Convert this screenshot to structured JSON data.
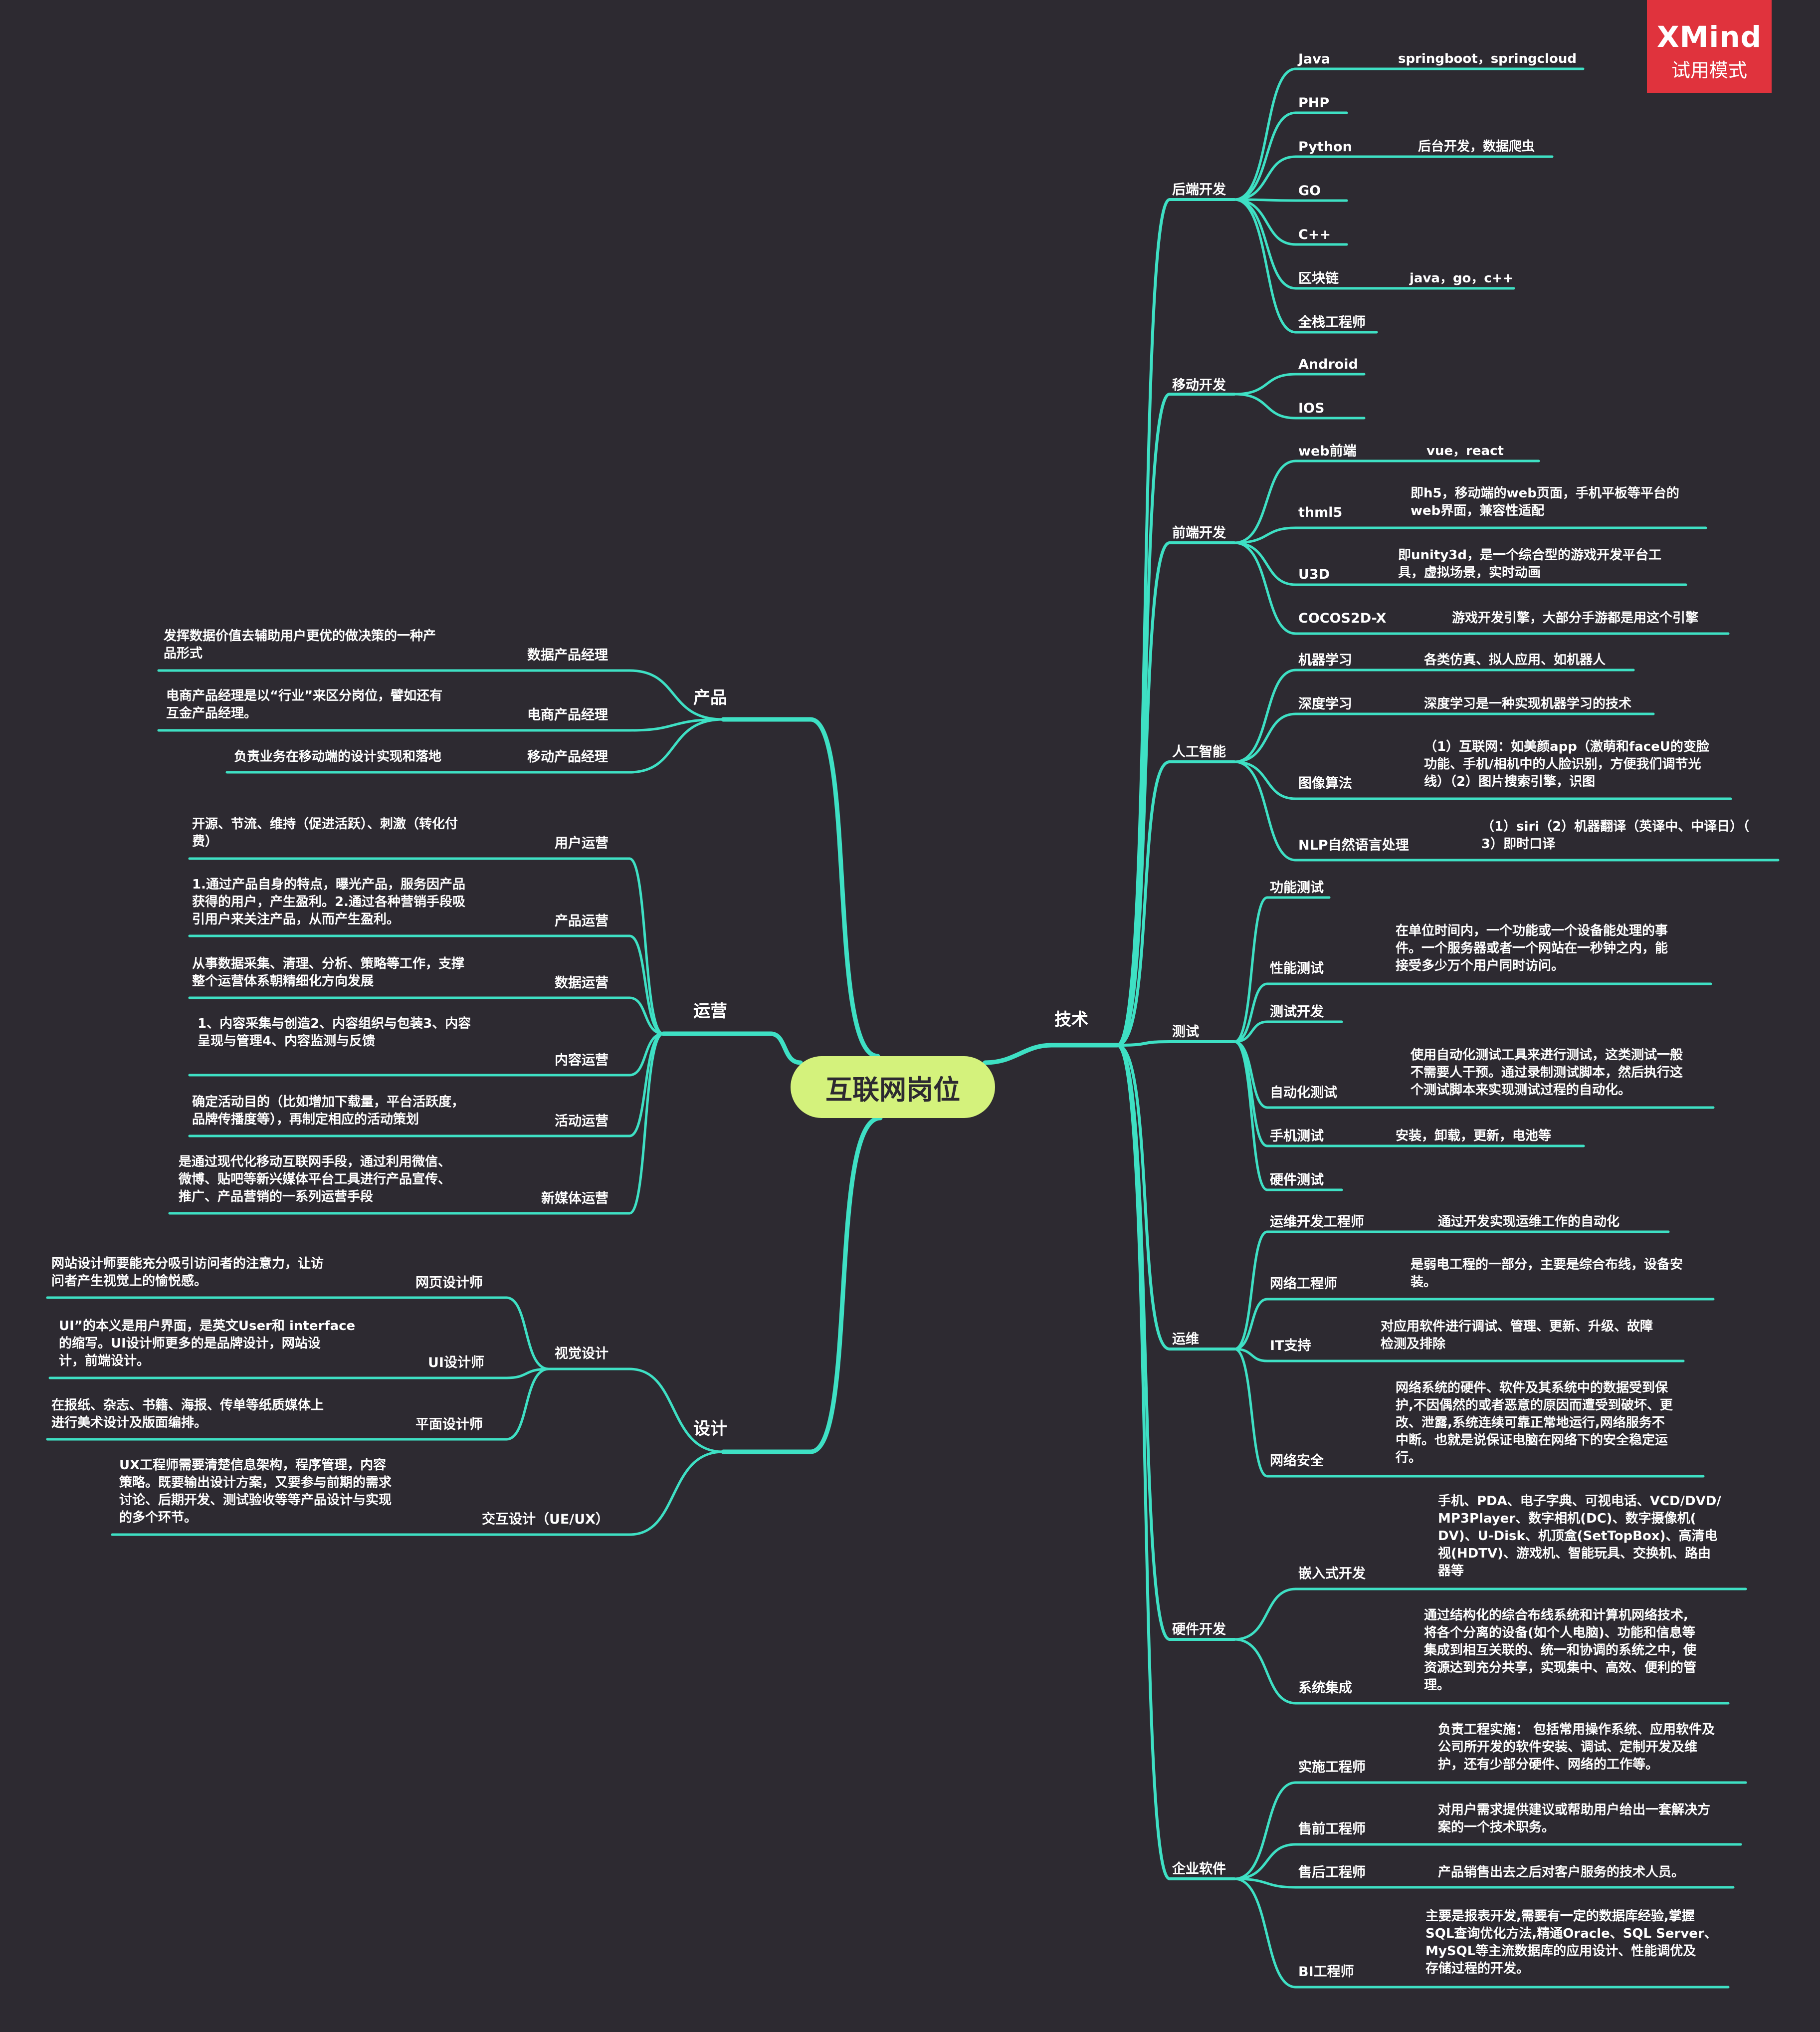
{
  "badge": {
    "logo": "XMind",
    "mode": "试用模式"
  },
  "colors": {
    "background": "#2d2a31",
    "line": "#3ee0c4",
    "center": "#d4f27c",
    "badge": "#e0333d",
    "text": "#ffffff"
  },
  "center": "互联网岗位",
  "branches": {
    "tech": {
      "label": "技术",
      "groups": {
        "backend": {
          "label": "后端开发",
          "items": [
            {
              "label": "Java",
              "note": "springboot，springcloud"
            },
            {
              "label": "PHP",
              "note": ""
            },
            {
              "label": "Python",
              "note": "后台开发，数据爬虫"
            },
            {
              "label": "GO",
              "note": ""
            },
            {
              "label": "C++",
              "note": ""
            },
            {
              "label": "区块链",
              "note": "java，go，c++"
            },
            {
              "label": "全栈工程师",
              "note": ""
            }
          ]
        },
        "mobile": {
          "label": "移动开发",
          "items": [
            {
              "label": "Android",
              "note": ""
            },
            {
              "label": "IOS",
              "note": ""
            }
          ]
        },
        "frontend": {
          "label": "前端开发",
          "items": [
            {
              "label": "web前端",
              "note": "vue，react"
            },
            {
              "label": "thml5",
              "note": "即h5，移动端的web页面，手机平板等平台的\nweb界面，兼容性适配"
            },
            {
              "label": "U3D",
              "note": "即unity3d，是一个综合型的游戏开发平台工\n具，虚拟场景，实时动画"
            },
            {
              "label": "COCOS2D-X",
              "note": "游戏开发引擎，大部分手游都是用这个引擎"
            }
          ]
        },
        "ai": {
          "label": "人工智能",
          "items": [
            {
              "label": "机器学习",
              "note": "各类仿真、拟人应用、如机器人"
            },
            {
              "label": "深度学习",
              "note": "深度学习是一种实现机器学习的技术"
            },
            {
              "label": "图像算法",
              "note": "（1）互联网：如美颜app（激萌和faceU的变脸\n功能、手机/相机中的人脸识别，方便我们调节光\n线）（2）图片搜索引擎，识图"
            },
            {
              "label": "NLP自然语言处理",
              "note": "（1）siri（2）机器翻译（英译中、中译日）（\n3）即时口译"
            }
          ]
        },
        "test": {
          "label": "测试",
          "items": [
            {
              "label": "功能测试",
              "note": ""
            },
            {
              "label": "性能测试",
              "note": "在单位时间内，一个功能或一个设备能处理的事\n件。一个服务器或者一个网站在一秒钟之内，能\n接受多少万个用户同时访问。"
            },
            {
              "label": "测试开发",
              "note": ""
            },
            {
              "label": "自动化测试",
              "note": "使用自动化测试工具来进行测试，这类测试一般\n不需要人干预。通过录制测试脚本，然后执行这\n个测试脚本来实现测试过程的自动化。"
            },
            {
              "label": "手机测试",
              "note": "安装，卸载，更新，电池等"
            },
            {
              "label": "硬件测试",
              "note": ""
            }
          ]
        },
        "ops": {
          "label": "运维",
          "items": [
            {
              "label": "运维开发工程师",
              "note": "通过开发实现运维工作的自动化"
            },
            {
              "label": "网络工程师",
              "note": "是弱电工程的一部分，主要是综合布线，设备安\n装。"
            },
            {
              "label": "IT支持",
              "note": "对应用软件进行调试、管理、更新、升级、故障\n检测及排除"
            },
            {
              "label": "网络安全",
              "note": "网络系统的硬件、软件及其系统中的数据受到保\n护,不因偶然的或者恶意的原因而遭受到破坏、更\n改、泄露,系统连续可靠正常地运行,网络服务不\n中断。也就是说保证电脑在网络下的安全稳定运\n行。"
            }
          ]
        },
        "hardware": {
          "label": "硬件开发",
          "items": [
            {
              "label": "嵌入式开发",
              "note": "手机、PDA、电子字典、可视电话、VCD/DVD/\nMP3Player、数字相机(DC)、数字摄像机(\nDV)、U-Disk、机顶盒(SetTopBox)、高清电\n视(HDTV)、游戏机、智能玩具、交换机、路由\n器等"
            },
            {
              "label": "系统集成",
              "note": "通过结构化的综合布线系统和计算机网络技术,\n将各个分离的设备(如个人电脑)、功能和信息等\n集成到相互关联的、统一和协调的系统之中，使\n资源达到充分共享，实现集中、高效、便利的管\n理。"
            }
          ]
        },
        "enterprise": {
          "label": "企业软件",
          "items": [
            {
              "label": "实施工程师",
              "note": "负责工程实施： 包括常用操作系统、应用软件及\n公司所开发的软件安装、调试、定制开发及维\n护，还有少部分硬件、网络的工作等。"
            },
            {
              "label": "售前工程师",
              "note": "对用户需求提供建议或帮助用户给出一套解决方\n案的一个技术职务。"
            },
            {
              "label": "售后工程师",
              "note": "产品销售出去之后对客户服务的技术人员。"
            },
            {
              "label": "BI工程师",
              "note": "主要是报表开发,需要有一定的数据库经验,掌握\nSQL查询优化方法,精通Oracle、SQL Server、\nMySQL等主流数据库的应用设计、性能调优及\n存储过程的开发。"
            }
          ]
        }
      }
    },
    "product": {
      "label": "产品",
      "items": [
        {
          "label": "数据产品经理",
          "note": "发挥数据价值去辅助用户更优的做决策的一种产\n品形式"
        },
        {
          "label": "电商产品经理",
          "note": "电商产品经理是以“行业”来区分岗位，譬如还有\n互金产品经理。"
        },
        {
          "label": "移动产品经理",
          "note": "负责业务在移动端的设计实现和落地"
        }
      ]
    },
    "operation": {
      "label": "运营",
      "items": [
        {
          "label": "用户运营",
          "note": "开源、节流、维持（促进活跃）、刺激（转化付\n费）"
        },
        {
          "label": "产品运营",
          "note": "1.通过产品自身的特点，曝光产品，服务因产品\n获得的用户，产生盈利。2.通过各种营销手段吸\n引用户来关注产品，从而产生盈利。"
        },
        {
          "label": "数据运营",
          "note": "从事数据采集、清理、分析、策略等工作，支撑\n整个运营体系朝精细化方向发展"
        },
        {
          "label": "内容运营",
          "note": "1、内容采集与创造2、内容组织与包装3、内容\n呈现与管理4、内容监测与反馈"
        },
        {
          "label": "活动运营",
          "note": "确定活动目的（比如增加下载量，平台活跃度，\n品牌传播度等），再制定相应的活动策划"
        },
        {
          "label": "新媒体运营",
          "note": "是通过现代化移动互联网手段，通过利用微信、\n微博、贴吧等新兴媒体平台工具进行产品宣传、\n推广、产品营销的一系列运营手段"
        }
      ]
    },
    "design": {
      "label": "设计",
      "visual": {
        "label": "视觉设计",
        "items": [
          {
            "label": "网页设计师",
            "note": "网站设计师要能充分吸引访问者的注意力，让访\n问者产生视觉上的愉悦感。"
          },
          {
            "label": "UI设计师",
            "note": "UI”的本义是用户界面，是英文User和 interface\n的缩写。UI设计师更多的是品牌设计，网站设\n计，前端设计。"
          },
          {
            "label": "平面设计师",
            "note": "在报纸、杂志、书籍、海报、传单等纸质媒体上\n进行美术设计及版面编排。"
          }
        ]
      },
      "interaction": {
        "label": "交互设计（UE/UX）",
        "note": "UX工程师需要清楚信息架构，程序管理，内容\n策略。既要输出设计方案，又要参与前期的需求\n讨论、后期开发、测试验收等等产品设计与实现\n的多个环节。"
      }
    }
  }
}
